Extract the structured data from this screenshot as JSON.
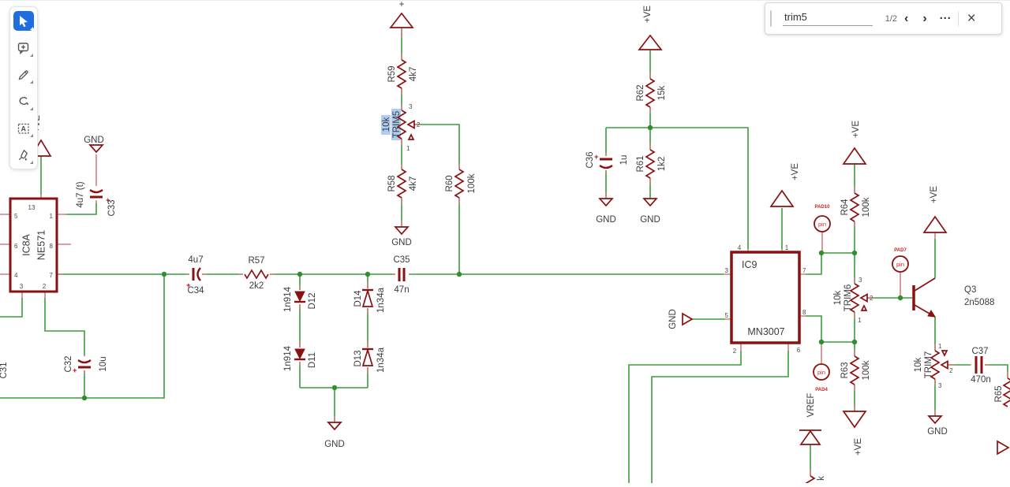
{
  "search_bar": {
    "query": "trim5",
    "match_counter": "1/2",
    "prev": "‹",
    "next": "›",
    "more": "···",
    "close": "×"
  },
  "toolbar": {
    "text_icon_letter": "A"
  },
  "colors": {
    "component": "#8a1111",
    "wire": "#3d9b3d",
    "junction": "#2f8f2f",
    "pin_lead": "#cd8282",
    "label": "#3c3c3c",
    "pad": "#cc2222",
    "highlight": "#aecdf0",
    "tool_active": "#1f6ee0"
  },
  "schematic": {
    "power": {
      "gnd": "GND",
      "vplus": "+VE",
      "plus": "+",
      "vref": "VREF",
      "partial_bottom": "k"
    },
    "ic8a": {
      "ref": "IC8A",
      "part": "NE571",
      "pins": {
        "p13": "13",
        "p5": "5",
        "p6": "6",
        "p4": "4",
        "p1": "1",
        "p8": "8",
        "p7": "7",
        "p3": "3",
        "p2": "2"
      }
    },
    "ic9": {
      "ref": "IC9",
      "part": "MN3007",
      "pins": {
        "p4": "4",
        "p1": "1",
        "p3": "3",
        "p5": "5",
        "p7": "7",
        "p8": "8",
        "p2": "2",
        "p6": "6"
      }
    },
    "c31": {
      "ref": "C31"
    },
    "c32": {
      "ref": "C32",
      "value": "10u"
    },
    "c33": {
      "ref": "C33",
      "value": "4u7 (t)"
    },
    "c34": {
      "ref": "C34",
      "value": "4u7"
    },
    "c35": {
      "ref": "C35",
      "value": "47n"
    },
    "c36": {
      "ref": "C36",
      "value": "1u"
    },
    "c37": {
      "ref": "C37",
      "value": "470n"
    },
    "r57": {
      "ref": "R57",
      "value": "2k2"
    },
    "r58": {
      "ref": "R58",
      "value": "4k7"
    },
    "r59": {
      "ref": "R59",
      "value": "4k7"
    },
    "r60": {
      "ref": "R60",
      "value": "100k"
    },
    "r61": {
      "ref": "R61",
      "value": "1k2"
    },
    "r62": {
      "ref": "R62",
      "value": "15k"
    },
    "r63": {
      "ref": "R63",
      "value": "100k"
    },
    "r64": {
      "ref": "R64",
      "value": "100k"
    },
    "r65": {
      "ref": "R65"
    },
    "d11": {
      "ref": "D11",
      "value": "1n914"
    },
    "d12": {
      "ref": "D12",
      "value": "1n914"
    },
    "d13": {
      "ref": "D13",
      "value": "1n34a"
    },
    "d14": {
      "ref": "D14",
      "value": "1n34a"
    },
    "trim5": {
      "ref": "TRIM5",
      "value": "10k",
      "pins": {
        "p1": "1",
        "p2": "2",
        "p3": "3"
      }
    },
    "trim6": {
      "ref": "TRIM6",
      "value": "10k",
      "pins": {
        "p1": "1",
        "p2": "2",
        "p3": "3"
      }
    },
    "trim7": {
      "ref": "TRIM7",
      "value": "10k",
      "pins": {
        "p1": "1",
        "p2": "2",
        "p3": "3"
      }
    },
    "q3": {
      "ref": "Q3",
      "value": "2n5088"
    },
    "pad10": {
      "label": "PAD10",
      "text": "pin"
    },
    "pad7": {
      "label": "PAD7",
      "text": "pin"
    },
    "pad4": {
      "label": "PAD4",
      "text": "pin"
    }
  }
}
